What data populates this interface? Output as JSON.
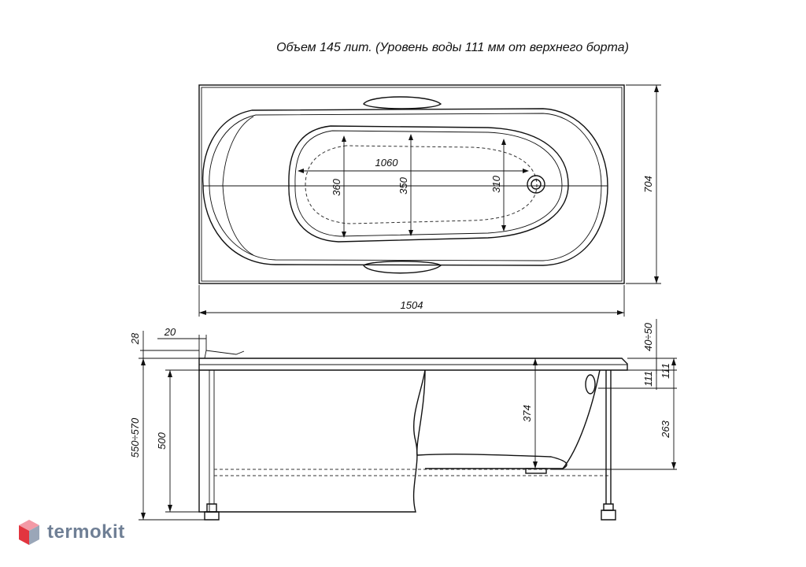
{
  "caption": "Объем 145 лит. (Уровень воды 111 мм от верхнего борта)",
  "top_view": {
    "overall_length": "1504",
    "overall_width": "704",
    "inner_length": "1060",
    "dim_360": "360",
    "dim_350": "350",
    "dim_310": "310"
  },
  "side_view": {
    "dim_28": "28",
    "dim_20": "20",
    "dim_40_50": "40÷50",
    "dim_111_a": "111",
    "dim_111_b": "111",
    "dim_263": "263",
    "dim_374": "374",
    "dim_500": "500",
    "dim_550_570": "550÷570"
  },
  "brand": {
    "name": "termokit",
    "colors": {
      "top": "#f39aa6",
      "left": "#e2353f",
      "right": "#9aa6b8"
    }
  }
}
